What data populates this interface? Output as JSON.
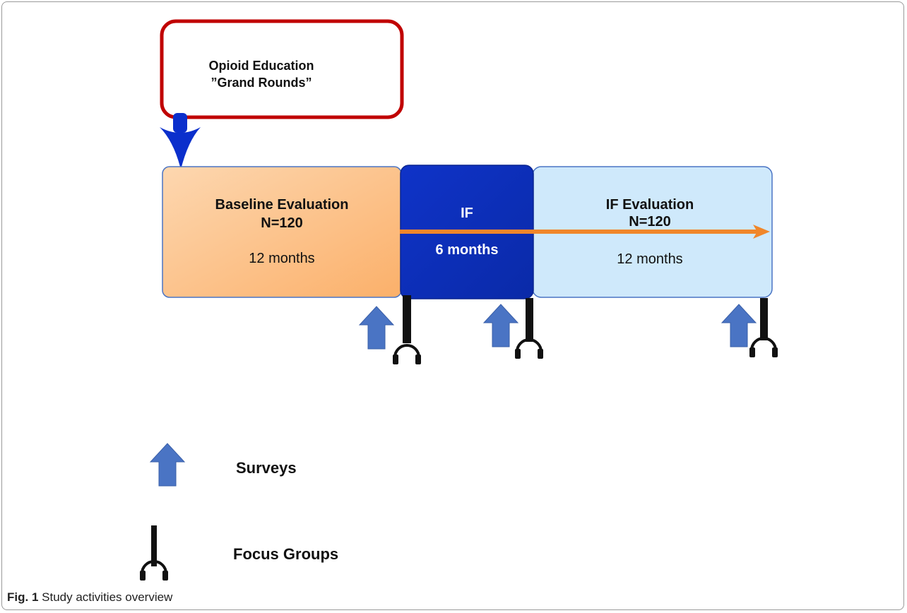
{
  "callout": {
    "line1": "Opioid Education",
    "line2": "”Grand Rounds”"
  },
  "phases": [
    {
      "title": "Baseline Evaluation",
      "n": "N=120",
      "duration": "12 months"
    },
    {
      "title": "IF",
      "duration": "6 months"
    },
    {
      "title": "IF Evaluation",
      "n": "N=120",
      "duration": "12 months"
    }
  ],
  "legend": {
    "surveys_label": "Surveys",
    "focus_groups_label": "Focus Groups"
  },
  "caption": {
    "label": "Fig. 1",
    "text": "Study activities overview"
  },
  "colors": {
    "callout_border": "#c00000",
    "pointer": "#0b2fcc",
    "baseline_fill_light": "#fdd3a6",
    "baseline_fill_dark": "#fbb16a",
    "if_fill": "#0d2fbf",
    "if_eval_fill": "#cfe9fb",
    "timeline_arrow": "#f0862a",
    "survey_arrow": "#4a74c4"
  }
}
